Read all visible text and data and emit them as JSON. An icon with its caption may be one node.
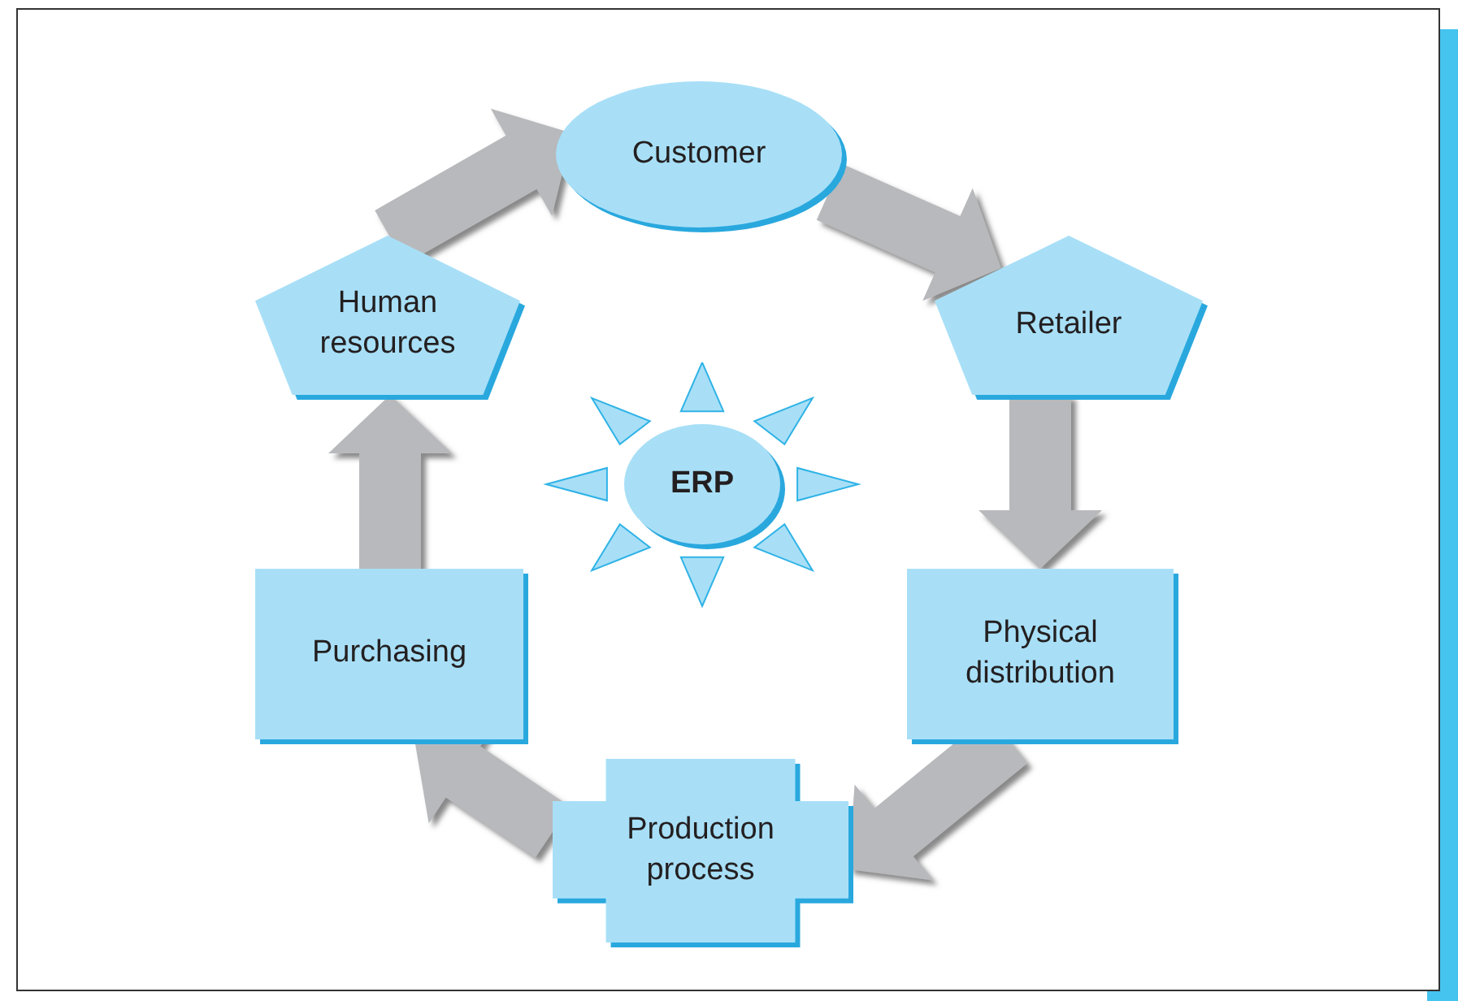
{
  "diagram": {
    "nodes": [
      {
        "text": [
          "Customer"
        ]
      },
      {
        "text": [
          "Retailer"
        ]
      },
      {
        "text": [
          "Physical distribution"
        ]
      },
      {
        "text": [
          "Production process"
        ]
      },
      {
        "text": [
          "Purchasing"
        ]
      },
      {
        "text": [
          "Human resources"
        ]
      },
      {
        "text": [
          "ERP"
        ]
      }
    ],
    "edges": [
      {
        "from": 0,
        "to": 1,
        "arrow": "to"
      },
      {
        "from": 1,
        "to": 2,
        "arrow": "to"
      },
      {
        "from": 2,
        "to": 3,
        "arrow": "to"
      },
      {
        "from": 3,
        "to": 4,
        "arrow": "to"
      },
      {
        "from": 4,
        "to": 5,
        "arrow": "to"
      },
      {
        "from": 5,
        "to": 0,
        "arrow": "to"
      }
    ]
  }
}
